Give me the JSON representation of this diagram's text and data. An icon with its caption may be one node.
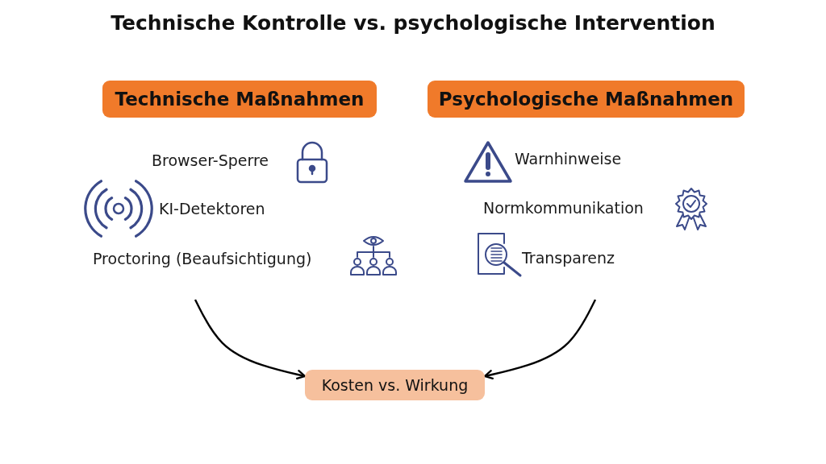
{
  "diagram": {
    "title": "Technische Kontrolle vs. psychologische Intervention",
    "nodes": [
      {
        "text": [
          "Technische Maßnahmen"
        ]
      },
      {
        "text": [
          "Psychologische Maßnahmen"
        ]
      },
      {
        "text": [
          "Kosten vs. Wirkung"
        ]
      }
    ],
    "edges": [
      {
        "from": null,
        "to": 2,
        "arrow": "to"
      },
      {
        "from": null,
        "to": 2,
        "arrow": "to"
      }
    ],
    "labels": [
      "Browser-Sperre",
      "Warnhinweise",
      "KI-Detektoren",
      "Normkommunikation",
      "Proctoring (Beaufsichtigung)",
      "Transparenz"
    ]
  }
}
